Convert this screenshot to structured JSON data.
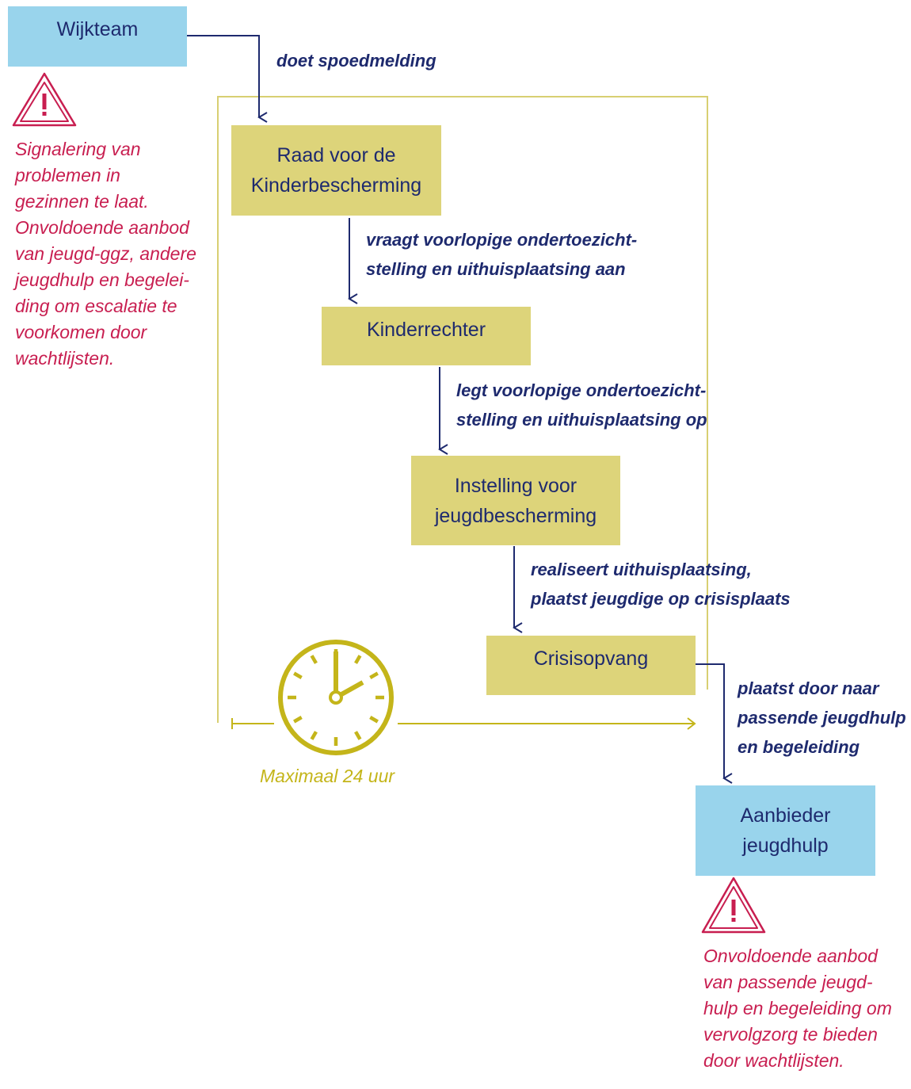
{
  "colors": {
    "navy": "#1e2a6e",
    "light_blue": "#99d4ec",
    "olive_fill": "#ddd47a",
    "olive_line": "#c4b51a",
    "warning_red": "#c81e50"
  },
  "nodes": {
    "wijkteam": "Wijkteam",
    "raad": "Raad voor de\nKinderbescherming",
    "kinderrechter": "Kinderrechter",
    "instelling": "Instelling voor\njeugdbescherming",
    "crisisopvang": "Crisisopvang",
    "aanbieder": "Aanbieder\njeugdhulp"
  },
  "edges": {
    "e1": "doet spoedmelding",
    "e2": "vraagt voorlopige ondertoezicht-\nstelling en uithuisplaatsing aan",
    "e3": "legt voorlopige ondertoezicht-\nstelling en uithuisplaatsing op",
    "e4": "realiseert uithuisplaatsing,\nplaatst jeugdige op crisisplaats",
    "e5": "plaatst door naar\npassende jeugdhulp\nen begeleiding"
  },
  "warnings": {
    "w1": "Signalering van\nproblemen in\ngezinnen te laat.\nOnvoldoende aanbod\nvan jeugd-ggz, andere\njeugdhulp en begelei-\nding om escalatie te\nvoorkomen door\nwachtlijsten.",
    "w2": "Onvoldoende aanbod\nvan passende jeugd-\nhulp en begeleiding om\nvervolgzorg te bieden\ndoor wachtlijsten."
  },
  "icons": {
    "warning": "warning-triangle-icon",
    "clock": "clock-icon"
  },
  "timer": {
    "label": "Maximaal 24 uur"
  }
}
